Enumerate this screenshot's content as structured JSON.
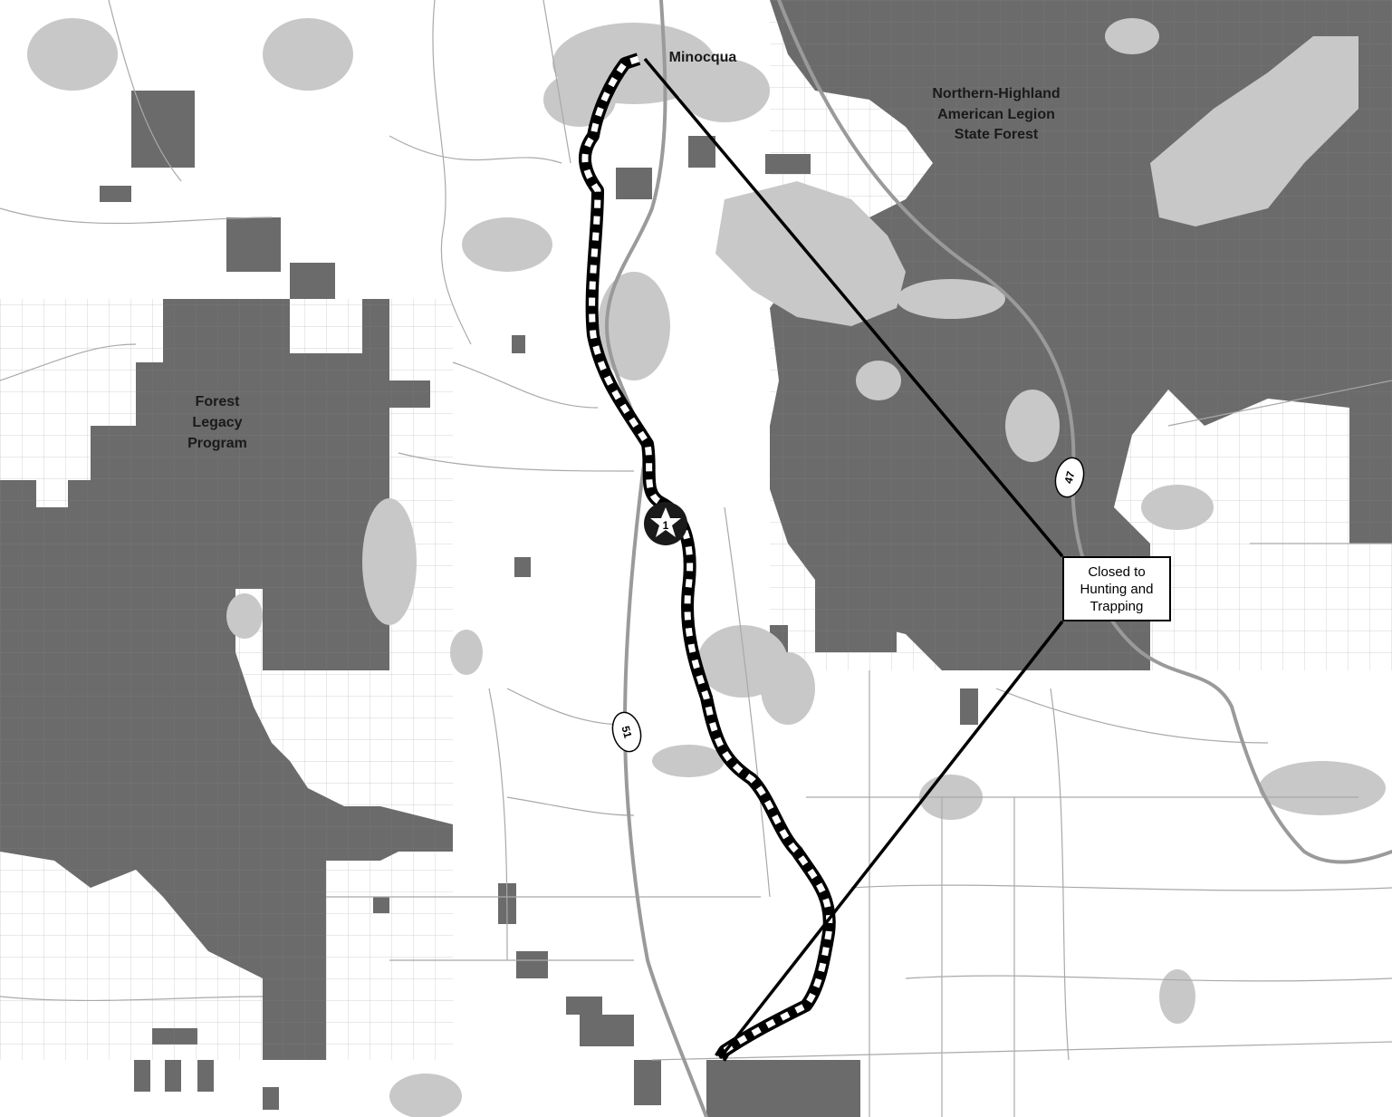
{
  "map": {
    "places": {
      "town": "Minocqua",
      "forest_ne": [
        "Northern-Highland",
        "American Legion",
        "State Forest"
      ],
      "forest_w": [
        "Forest",
        "Legacy",
        "Program"
      ]
    },
    "highways": {
      "hwy_51": "51",
      "hwy_47": "47"
    },
    "marker": {
      "label": "1"
    },
    "callout": {
      "text": "Closed to\nHunting and\nTrapping"
    },
    "colors": {
      "public_land": "#6b6b6b",
      "water": "#c8c8c8",
      "road": "#a9a9a9",
      "highway": "#9a9a9a",
      "background": "#ffffff",
      "trail": "#000000"
    }
  }
}
